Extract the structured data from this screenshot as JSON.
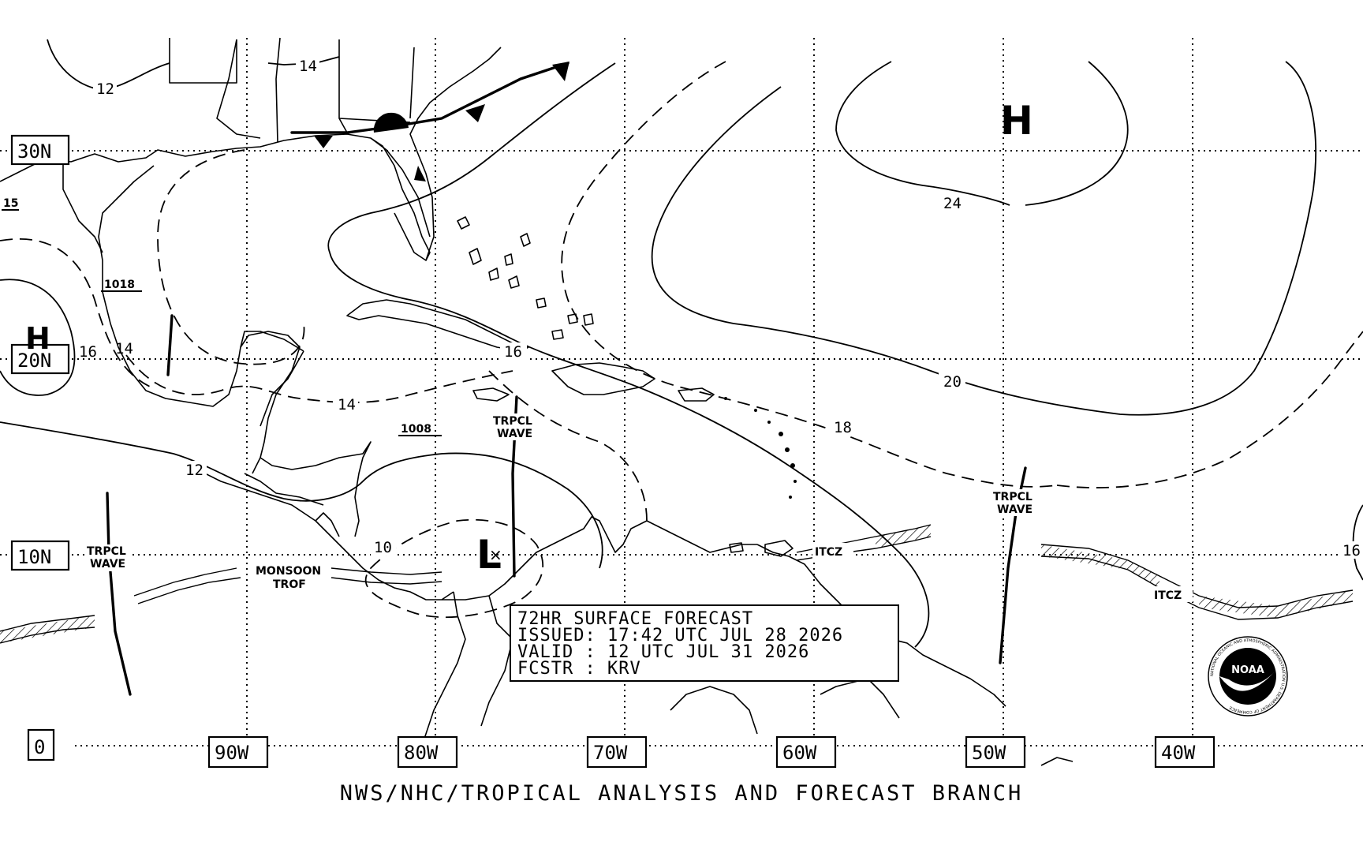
{
  "latitude_labels": [
    "30N",
    "20N",
    "10N",
    "0"
  ],
  "longitude_labels": [
    "90W",
    "80W",
    "70W",
    "60W",
    "50W",
    "40W"
  ],
  "isobars": [
    {
      "value": "12",
      "style": "solid"
    },
    {
      "value": "14",
      "style": "solid"
    },
    {
      "value": "15",
      "style": "solid"
    },
    {
      "value": "16",
      "style": "solid"
    },
    {
      "value": "14",
      "style": "dashed"
    },
    {
      "value": "24",
      "style": "solid"
    },
    {
      "value": "20",
      "style": "solid"
    },
    {
      "value": "18",
      "style": "dashed"
    },
    {
      "value": "16",
      "style": "dashed"
    },
    {
      "value": "12",
      "style": "solid"
    },
    {
      "value": "10",
      "style": "dashed"
    },
    {
      "value": "16",
      "style": "solid"
    },
    {
      "value": "14",
      "style": "dashed"
    }
  ],
  "pressure_centers": [
    {
      "type": "H",
      "pressure": "1018"
    },
    {
      "type": "H",
      "pressure": ""
    },
    {
      "type": "L",
      "pressure": "1008"
    }
  ],
  "features": {
    "tropical_wave": [
      "TRPCL",
      "WAVE"
    ],
    "monsoon_trough": [
      "MONSOON",
      "TROF"
    ],
    "itcz": "ITCZ"
  },
  "info_box": {
    "line1": "72HR SURFACE FORECAST",
    "line2": "ISSUED: 17:42 UTC JUL 28 2026",
    "line3": "VALID : 12 UTC JUL 31 2026",
    "line4": "FCSTR : KRV"
  },
  "footer": "NWS/NHC/TROPICAL ANALYSIS AND FORECAST BRANCH",
  "logo": {
    "text": "NOAA",
    "ring_text": "NATIONAL OCEANIC AND ATMOSPHERIC ADMINISTRATION U.S. DEPARTMENT OF COMMERCE"
  },
  "colors": {
    "ink": "#000000",
    "background": "#ffffff"
  }
}
